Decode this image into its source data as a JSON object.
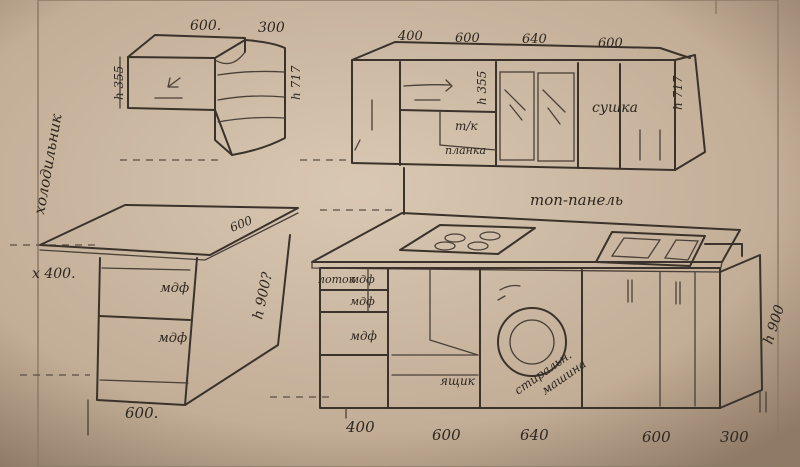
{
  "upper_cabinets": {
    "width_labels": [
      "400",
      "600",
      "640",
      "600"
    ],
    "height_left": "h 355",
    "height_right": "h 717",
    "label_tk": "т/к",
    "label_planka": "планка",
    "label_sushka": "сушка"
  },
  "corner_module": {
    "width_a": "600.",
    "width_b": "300",
    "height_left": "h 355",
    "height_right": "h 717"
  },
  "top_panel_label": "топ-панель",
  "fridge_label": "холодильник",
  "island": {
    "width_top": "600",
    "depth_left": "x 400.",
    "height": "h 900?",
    "bottom_width": "600.",
    "mdf_upper": "мдф",
    "mdf_lower": "мдф"
  },
  "base_cabinets": {
    "width_labels": [
      "400",
      "600",
      "640",
      "600",
      "300"
    ],
    "height": "h 900",
    "lotok": "лоток",
    "mdf1": "мдф",
    "mdf2": "мдф",
    "mdf3": "мдф",
    "yashik": "ящик",
    "washer_line1": "стиральн.",
    "washer_line2": "машина"
  }
}
